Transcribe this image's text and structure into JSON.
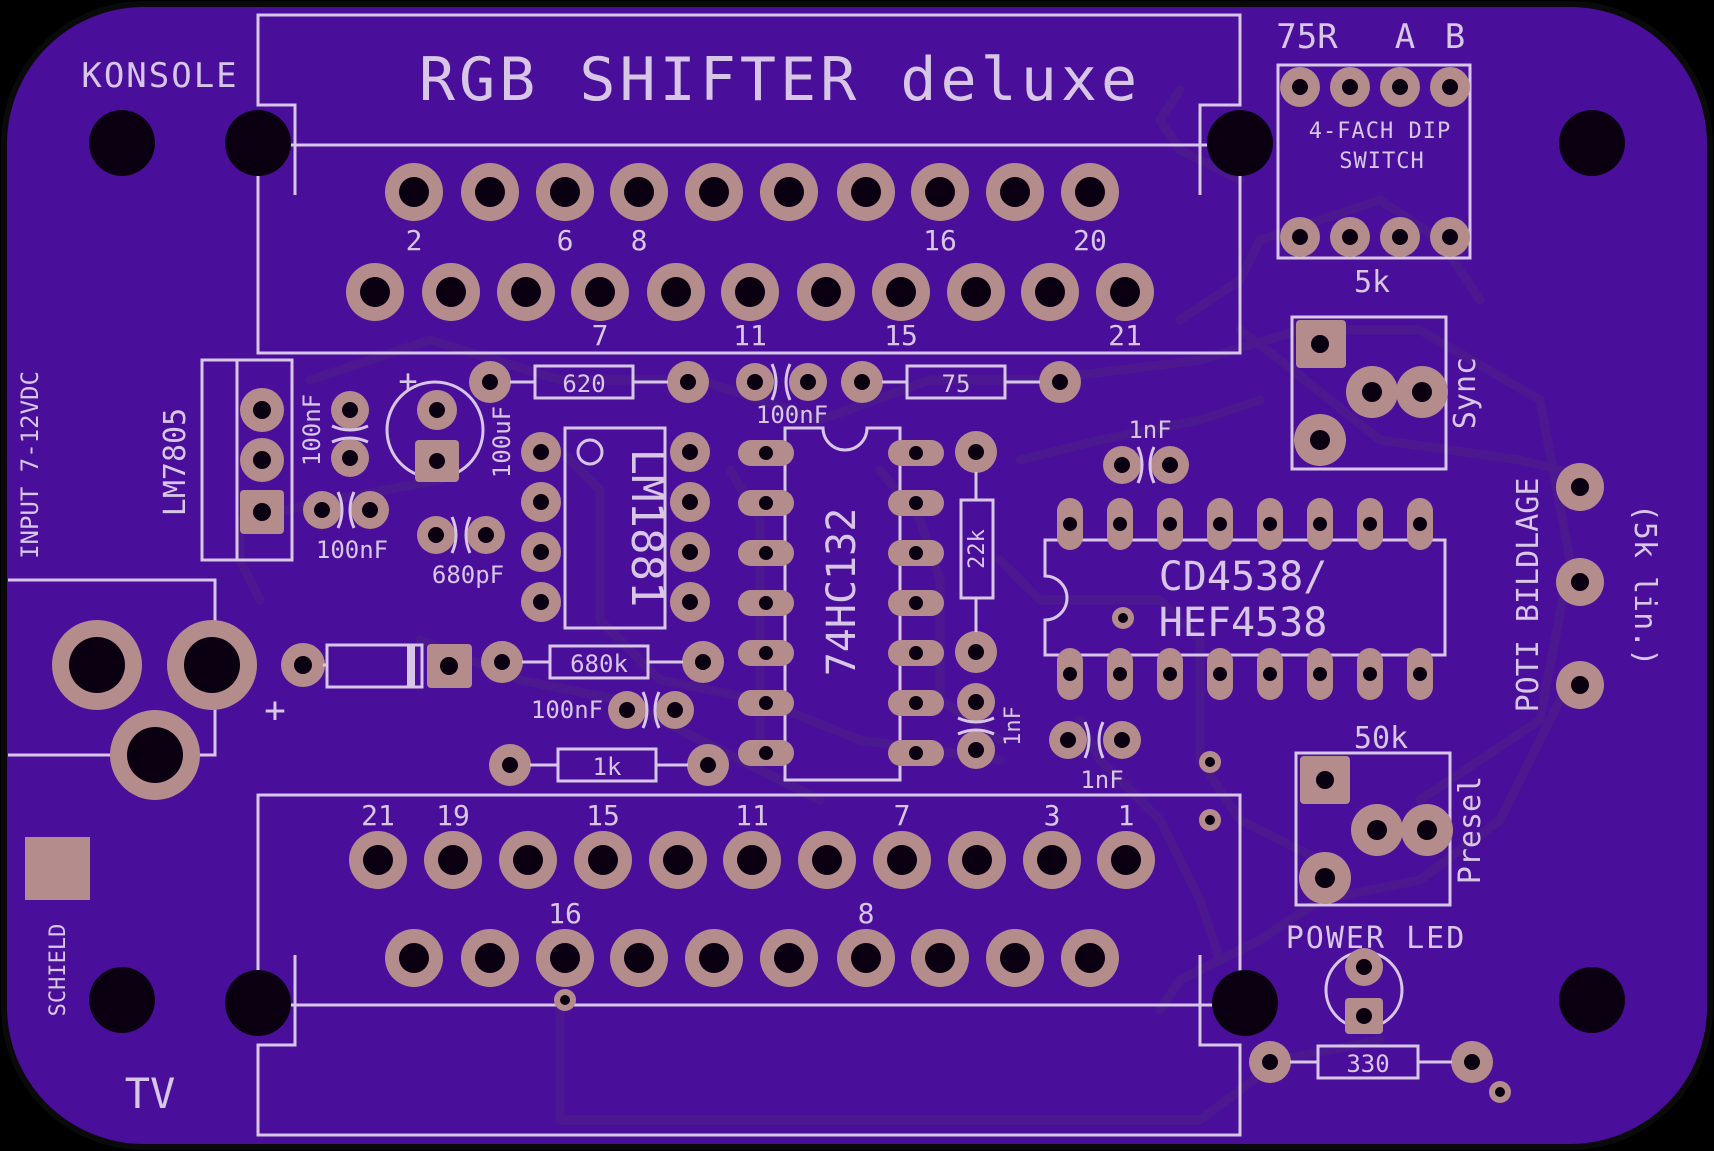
{
  "colors": {
    "board": "#4a0f9a",
    "board_edge": "#0a0a0a",
    "silkscreen": "#d7c6e6",
    "copper_pad": "#b48c8c",
    "drill": "#0b0012",
    "trace": "#4b1890"
  },
  "board": {
    "title": "RGB SHIFTER deluxe"
  },
  "labels": {
    "konsole": "KONSOLE",
    "tv": "TV",
    "input": "INPUT 7-12VDC",
    "schield": "SCHIELD",
    "lm7805": "LM7805",
    "plus_cap": "+",
    "plus_jack": "+",
    "dip_75r": "75R",
    "dip_a": "A",
    "dip_b": "B",
    "dip_line1": "4-FACH DIP",
    "dip_line2": "SWITCH",
    "dip_5k": "5k",
    "sync": "Sync",
    "poti_bildlage": "POTI BILDLAGE",
    "poti_value": "(5k lin.)",
    "presel_value": "50k",
    "presel": "Presel",
    "power_led": "POWER LED",
    "ic_lm1881": "LM1881",
    "ic_74hc132": "74HC132",
    "ic_cd4538_line1": "CD4538/",
    "ic_cd4538_line2": "HEF4538"
  },
  "components": {
    "r_620": "620",
    "r_75": "75",
    "r_680k": "680k",
    "r_1k": "1k",
    "r_22k": "22k",
    "r_330": "330",
    "c_100nf_lm7805": "100nF",
    "c_100nf_lower": "100nF",
    "c_100uf": "100uF",
    "c_680pf": "680pF",
    "c_100nf_mid": "100nF",
    "c_100nf_left": "100nF",
    "c_1nf_top": "1nF",
    "c_1nf_right": "1nF",
    "c_1nf_bottom": "1nF"
  },
  "scart_top_pins": [
    "2",
    "6",
    "8",
    "16",
    "20",
    "7",
    "11",
    "15",
    "21"
  ],
  "scart_bottom_pins": [
    "21",
    "19",
    "15",
    "11",
    "7",
    "3",
    "1",
    "16",
    "8"
  ]
}
